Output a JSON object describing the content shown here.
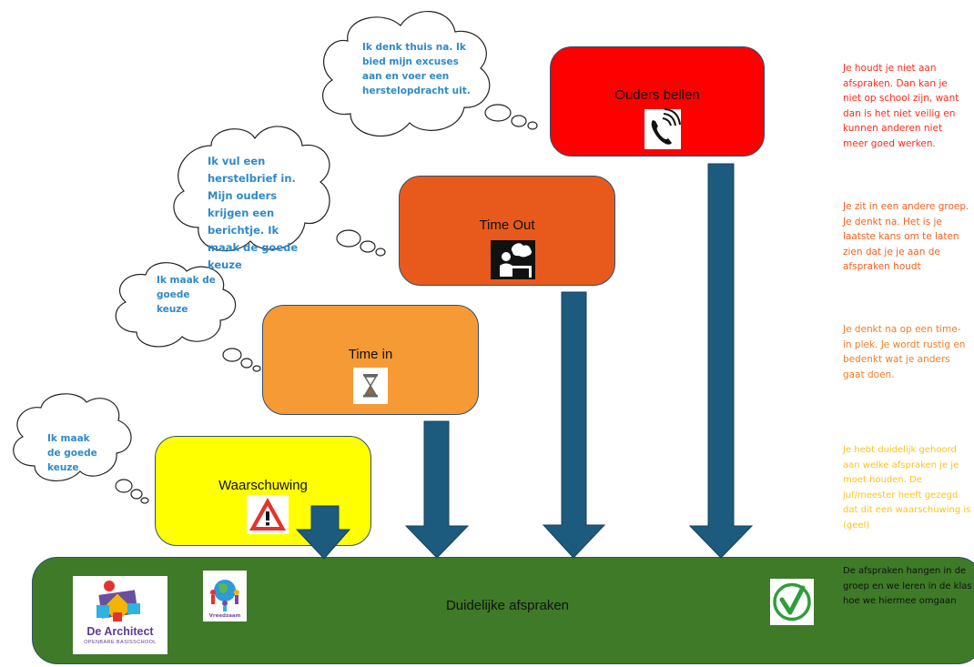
{
  "steps": {
    "ouders_bellen": {
      "title": "Ouders bellen",
      "icon": "phone-icon",
      "color": "#ff0000"
    },
    "time_out": {
      "title": "Time Out",
      "icon": "time-out-figure-icon",
      "color": "#e85a1b"
    },
    "time_in": {
      "title": "Time in",
      "icon": "hourglass-icon",
      "color": "#f59a35"
    },
    "waarschuwing": {
      "title": "Waarschuwing",
      "icon": "warning-icon",
      "color": "#ffff00"
    }
  },
  "base": {
    "title": "Duidelijke afspraken",
    "color": "#3e7a27",
    "icon": "checkmark-icon"
  },
  "thoughts": {
    "ouders_bellen": "Ik denk thuis na. Ik bied mijn excuses aan en voer een herstelopdracht uit.",
    "time_out": "Ik vul een herstelbrief in. Mijn ouders krijgen een berichtje. Ik maak de goede keuze",
    "time_in": "Ik maak de goede keuze",
    "waarschuwing": "Ik maak de goede keuze"
  },
  "descriptions": {
    "ouders_bellen": {
      "text": "Je houdt je niet aan afspraken. Dan kan je niet op school zijn, want dan is het niet veilig en kunnen anderen niet meer goed werken.",
      "color": "#ff2a1a"
    },
    "time_out": {
      "text": "Je zit in een andere groep. Je denkt na. Het is je laatste kans om te laten zien dat je je aan de afspraken houdt",
      "color": "#f2611f"
    },
    "time_in": {
      "text": "Je denkt na op een time-in plek. Je wordt rustig en bedenkt wat je anders gaat doen.",
      "color": "#f07d24"
    },
    "waarschuwing": {
      "text": "Je hebt duidelijk gehoord aan welke afspraken je je moet houden. De juf/meester heeft gezegd dat dit een waarschuwing is (geel)",
      "color": "#ffc21a"
    },
    "base": {
      "text": "De afspraken hangen in de groep en we leren in de klas hoe we hiermee omgaan",
      "color": "#111111"
    }
  },
  "logos": {
    "architect": {
      "name": "De Architect",
      "sub": "OPENBARE BASISSCHOOL"
    },
    "vreedzaam": {
      "name": "Vreedzaam"
    }
  },
  "arrow_color": "#1c5a7e"
}
